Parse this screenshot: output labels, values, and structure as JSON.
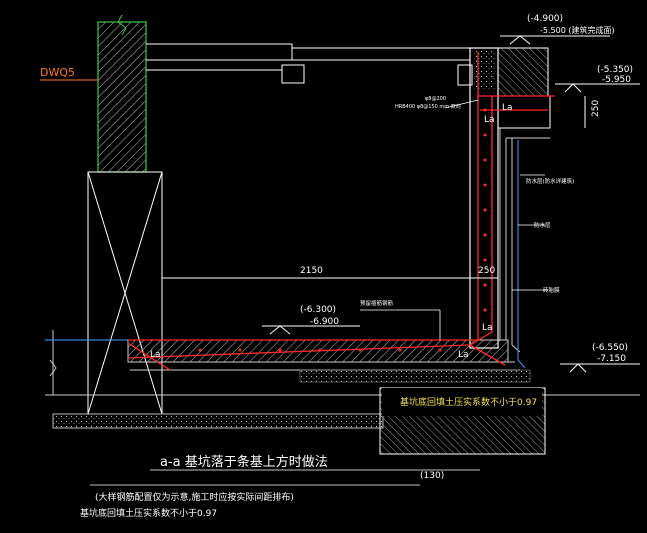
{
  "labels": {
    "wall_tag": "DWQ5",
    "elev_top": "(-4.900)",
    "elev_top_sub": "-5.500 (建筑完成面)",
    "elev_mid": "(-5.350)",
    "elev_mid_sub": "-5.950",
    "dim_250_vert": "250",
    "dim_2150": "2150",
    "dim_250_horiz": "250",
    "elev_floor": "(-6.300)",
    "elev_floor_sub": "-6.900",
    "elev_bottom": "(-6.550)",
    "elev_bottom_sub": "-7.150",
    "la_1": "La",
    "la_2": "La",
    "la_3": "La",
    "la_4": "La",
    "la_5": "La",
    "note_rebar_a": "φ8@200",
    "note_rebar_b": "HRB400 φ8@150 mm 双向",
    "note_waterproof_protect": "防水层(防水详建筑)",
    "note_waterproof": "防水层",
    "note_brick": "砖胎膜",
    "note_pre_rebar": "预留插筋钢筋",
    "note_backfill": "基坑底回填土压实系数不小于0.97",
    "title": "a-a 基坑落于条基上方时做法",
    "title_scale": "(130)",
    "footnote_1": "(大样钢筋配置仅为示意,施工时应按实际间距排布)",
    "footnote_2": "基坑底回填土压实系数不小于0.97"
  },
  "colors": {
    "concrete": "#3cc84a",
    "rebar": "#ff2a2a",
    "line": "#ffffff",
    "slab": "#3aa0ff",
    "tag": "#ff7a1a",
    "hatch": "#b9b9b9"
  }
}
